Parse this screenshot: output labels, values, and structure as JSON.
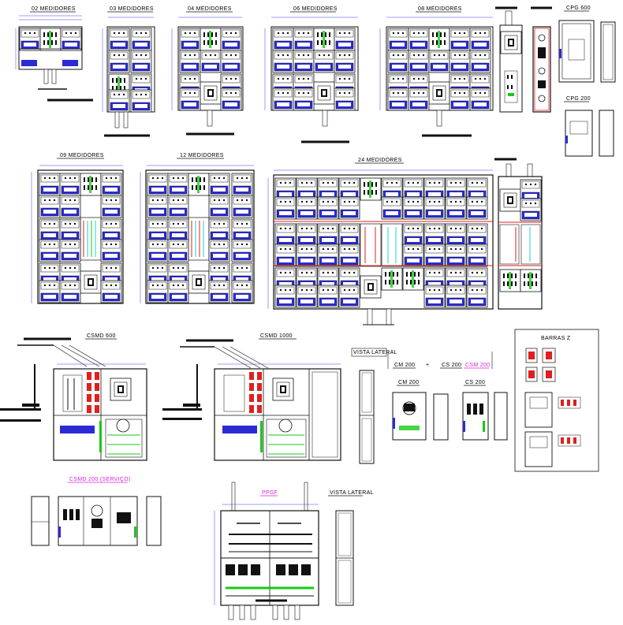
{
  "drawing": {
    "labels": {
      "m02": "02 MEDIDORES",
      "m03": "03 MEDIDORES",
      "m04": "04 MEDIDORES",
      "m06": "06 MEDIDORES",
      "m08": "08 MEDIDORES",
      "cpg600": "CPG 600",
      "cpg200": "CPG 200",
      "m09": "09 MEDIDORES",
      "m12": "12 MEDIDORES",
      "m24": "24 MEDIDORES",
      "csmd600": "CSMD 600",
      "csmd1000": "CSMD 1000",
      "vista_lateral": "VISTA LATERAL",
      "cm200a": "CM 200",
      "plus": "+",
      "cs200a": "CS 200",
      "csm200": "CSM 200",
      "cm200b": "CM 200",
      "cs200b": "CS 200",
      "barras_z": "BARRAS Z",
      "csmd200_serv": "CSMD 200 (SERVIÇO)",
      "ppgf": "PPGF",
      "vista_lateral2": "VISTA LATERAL"
    },
    "colors": {
      "meter_blue": "#2b2bd6",
      "line_blue": "#3b3bff",
      "accent_green": "#17c917",
      "accent_red": "#e01f1f",
      "accent_cyan": "#1fcfd6",
      "accent_pink": "#d61fd6",
      "ink": "#111111"
    }
  }
}
